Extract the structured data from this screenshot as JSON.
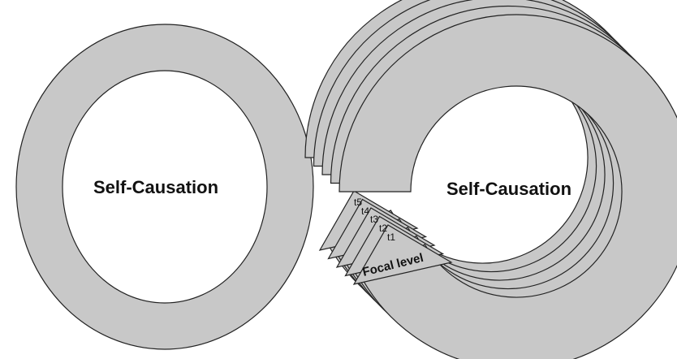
{
  "diagram": {
    "left_ring": {
      "label": "Self-Causation"
    },
    "right_spiral": {
      "label": "Self-Causation",
      "time_labels": [
        "t5",
        "t4",
        "t3",
        "t2",
        "t1"
      ],
      "focal_label": "Focal level"
    },
    "colors": {
      "ring_fill": "#c8c8c8",
      "stroke": "#222222",
      "background": "#ffffff"
    }
  }
}
